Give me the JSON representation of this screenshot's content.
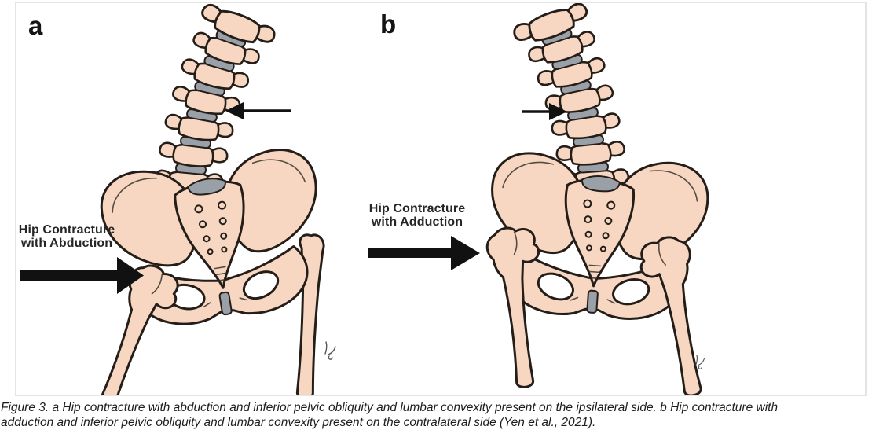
{
  "figure": {
    "panels": [
      {
        "letter": "a",
        "label": {
          "line1": "Hip Contracture",
          "line2": "with Abduction"
        }
      },
      {
        "letter": "b",
        "label": {
          "line1": "Hip Contracture",
          "line2": "with Adduction"
        }
      }
    ],
    "caption": {
      "line1": "Figure 3. a Hip contracture with abduction and inferior pelvic obliquity and lumbar convexity present on the ipsilateral side. b Hip contracture with",
      "line2": "adduction and inferior pelvic obliquity and lumbar convexity present on the contralateral side (Yen et al., 2021)."
    },
    "colors": {
      "bone": "#f7d7c2",
      "outline": "#241d18",
      "disc": "#9aa0a8",
      "ink": "#111111",
      "frame": "#e4e4e4",
      "caption_text": "#1c1c1c"
    }
  }
}
